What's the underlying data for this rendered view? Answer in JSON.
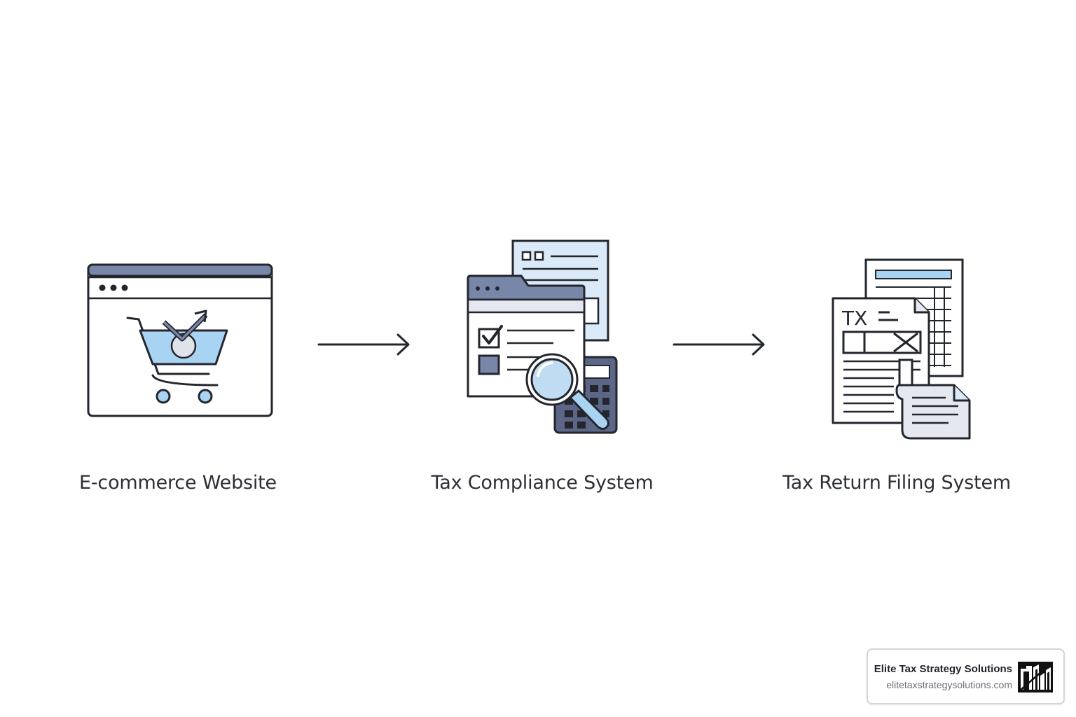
{
  "steps": [
    {
      "label": "E-commerce Website",
      "icon": "shopping-cart-browser-icon"
    },
    {
      "label": "Tax Compliance System",
      "icon": "document-magnifier-calculator-icon"
    },
    {
      "label": "Tax Return Filing System",
      "icon": "tax-form-documents-icon"
    }
  ],
  "connectors": [
    "arrow-right-icon",
    "arrow-right-icon"
  ],
  "badge": {
    "name": "Elite Tax Strategy Solutions",
    "url": "elitetaxstrategysolutions.com",
    "logo": "etss-logo-icon"
  },
  "colors": {
    "outline": "#23262d",
    "slate": "#7886a8",
    "slate_dark": "#5c6788",
    "light_blue": "#a9d3f2",
    "pale_blue": "#dbeaf8",
    "pale_gray": "#e4e9f1",
    "text": "#2c2f36"
  }
}
